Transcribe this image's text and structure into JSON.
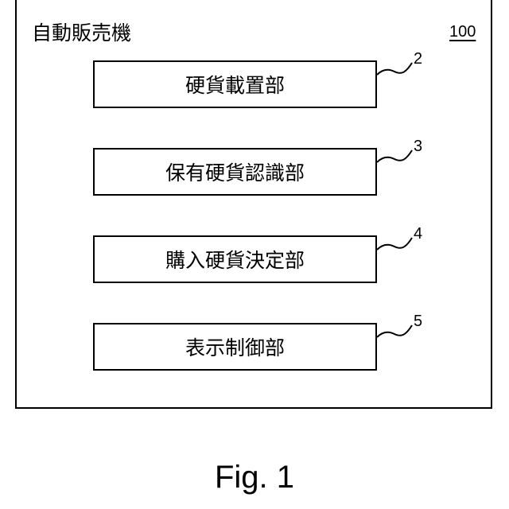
{
  "device": {
    "title": "自動販売機",
    "ref": "100"
  },
  "units": [
    {
      "label": "硬貨載置部",
      "ref": "2"
    },
    {
      "label": "保有硬貨認識部",
      "ref": "3"
    },
    {
      "label": "購入硬貨決定部",
      "ref": "4"
    },
    {
      "label": "表示制御部",
      "ref": "5"
    }
  ],
  "figure": {
    "caption": "Fig. 1"
  }
}
